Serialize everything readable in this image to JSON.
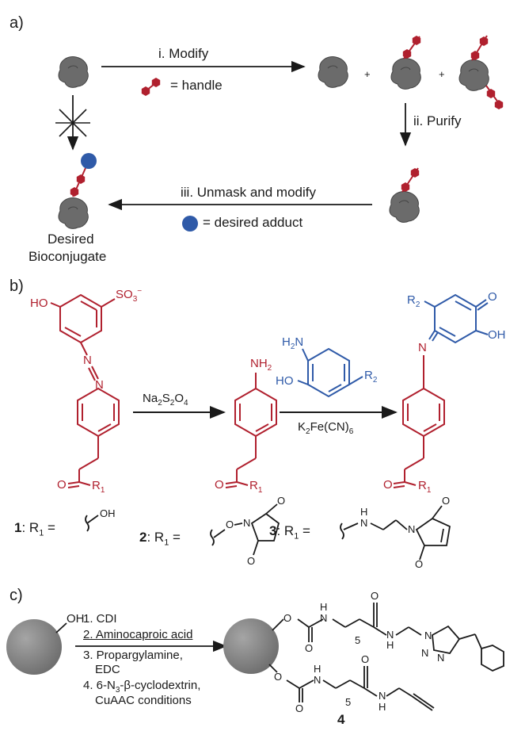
{
  "panel_a": {
    "label": "a)",
    "step1": "i. Modify",
    "handle_legend": "= handle",
    "plus1": "+",
    "plus2": "+",
    "step2": "ii. Purify",
    "step3": "iii. Unmask and modify",
    "adduct_legend": "= desired adduct",
    "product_line1": "Desired",
    "product_line2": "Bioconjugate"
  },
  "panel_b": {
    "label": "b)",
    "so3": "SO",
    "so3_sub": "3",
    "so3_sup": "−",
    "ho_left": "HO",
    "n_top": "N",
    "n_bottom": "N",
    "o_left": "O",
    "r1_left": "R",
    "r1_sub": "1",
    "reagent1": "Na",
    "reagent1_sub1": "2",
    "reagent1_mid": "S",
    "reagent1_sub2": "2",
    "reagent1_end": "O",
    "reagent1_sub3": "4",
    "nh2": "NH",
    "nh2_sub": "2",
    "o_mid": "O",
    "r1_mid": "R",
    "reagent2_h2n": "H",
    "reagent2_h2n_sub": "2",
    "reagent2_n": "N",
    "reagent2_ho": "HO",
    "reagent2_r2": "R",
    "reagent2_r2_sub": "2",
    "oxidant": "K",
    "oxidant_sub1": "2",
    "oxidant_mid": "Fe(CN)",
    "oxidant_sub2": "6",
    "prod_r2": "R",
    "prod_r2_sub": "2",
    "prod_o": "O",
    "prod_oh": "OH",
    "prod_n": "N",
    "o_right": "O",
    "r1_right": "R",
    "compounds": [
      {
        "num": "1",
        "prefix": ": R",
        "sub": "1",
        "eq": " =",
        "oh": "OH"
      },
      {
        "num": "2",
        "prefix": ": R",
        "sub": "1",
        "eq": " =",
        "o": "O",
        "n": "N",
        "o_top": "O",
        "o_bot": "O"
      },
      {
        "num": "3",
        "prefix": ": R",
        "sub": "1",
        "eq": " =",
        "h": "H",
        "n": "N",
        "n2": "N",
        "o_top": "O",
        "o_bot": "O"
      }
    ]
  },
  "panel_c": {
    "label": "c)",
    "oh": "OH",
    "steps": [
      "1. CDI",
      "2. Aminocaproic acid",
      "3. Propargylamine,",
      "EDC",
      "4. 6-N",
      "-β-cyclodextrin,",
      "CuAAC conditions"
    ],
    "step4_sub": "3",
    "atoms": {
      "o1": "O",
      "o2": "O",
      "h1": "H",
      "n1": "N",
      "o3": "O",
      "h2": "H",
      "n2": "N",
      "five1": "5",
      "n3": "N",
      "n4": "N",
      "n5": "N",
      "o4": "O",
      "o5": "O",
      "h3": "H",
      "n6": "N",
      "o6": "O",
      "h4": "H",
      "n7": "N",
      "five2": "5"
    },
    "compound_num": "4"
  },
  "colors": {
    "red": "#b0202e",
    "blue": "#2f5aa8",
    "protein": "#6b6b6b",
    "bead": "#8c8c8c",
    "adduct": "#2f5aa8"
  }
}
